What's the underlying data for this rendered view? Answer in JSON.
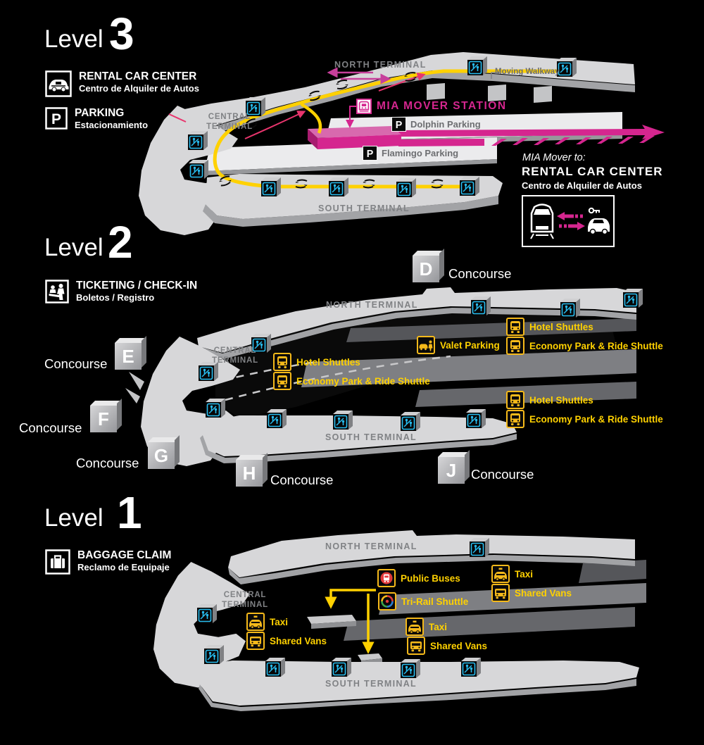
{
  "colors": {
    "background": "#000000",
    "terminal_gray": "#d7d7d9",
    "terminal_side": "#a2a3a6",
    "label_gray": "#808285",
    "yellow": "#ffd100",
    "magenta": "#d5268f",
    "cyan": "#27bdf0",
    "red": "#e23b3b"
  },
  "icons": {
    "parking_letter": "P"
  },
  "level3": {
    "title_word": "Level",
    "title_number": "3",
    "legend": [
      {
        "icon": "rental-car-icon",
        "label": "RENTAL CAR CENTER",
        "sublabel": "Centro de Alquiler de Autos"
      },
      {
        "icon": "parking-icon",
        "label": "PARKING",
        "sublabel": "Estacionamiento"
      }
    ],
    "terminals": {
      "north": "NORTH TERMINAL",
      "central": "CENTRAL TERMINAL",
      "south": "SOUTH TERMINAL"
    },
    "station_label": "MIA MOVER STATION",
    "parking_labels": [
      {
        "icon": "parking-tile",
        "label": "Dolphin Parking"
      },
      {
        "icon": "parking-tile",
        "label": "Flamingo Parking"
      }
    ],
    "moving_walkway": "Moving Walkway",
    "mover_info": {
      "line1": "MIA Mover to:",
      "line2": "RENTAL CAR CENTER",
      "line3": "Centro de Alquiler de Autos"
    }
  },
  "level2": {
    "title_word": "Level",
    "title_number": "2",
    "legend": [
      {
        "icon": "ticketing-icon",
        "label": "TICKETING / CHECK-IN",
        "sublabel": "Boletos / Registro"
      }
    ],
    "terminals": {
      "north": "NORTH TERMINAL",
      "central": "CENTRAL TERMINAL",
      "south": "SOUTH TERMINAL"
    },
    "concourses": [
      {
        "letter": "D",
        "label": "Concourse"
      },
      {
        "letter": "E",
        "label": "Concourse"
      },
      {
        "letter": "F",
        "label": "Concourse"
      },
      {
        "letter": "G",
        "label": "Concourse"
      },
      {
        "letter": "H",
        "label": "Concourse"
      },
      {
        "letter": "J",
        "label": "Concourse"
      }
    ],
    "markers": [
      {
        "icon": "valet-icon",
        "label": "Valet Parking"
      },
      {
        "icon": "bus-icon",
        "label": "Hotel Shuttles"
      },
      {
        "icon": "bus-icon",
        "label": "Economy Park & Ride Shuttle"
      },
      {
        "icon": "bus-icon",
        "label": "Hotel Shuttles"
      },
      {
        "icon": "bus-icon",
        "label": "Economy Park & Ride Shuttle"
      },
      {
        "icon": "bus-icon",
        "label": "Hotel Shuttles"
      },
      {
        "icon": "bus-icon",
        "label": "Economy Park & Ride Shuttle"
      }
    ]
  },
  "level1": {
    "title_word": "Level",
    "title_number": "1",
    "legend": [
      {
        "icon": "baggage-icon",
        "label": "BAGGAGE CLAIM",
        "sublabel": "Reclamo de Equipaje"
      }
    ],
    "terminals": {
      "north": "NORTH TERMINAL",
      "central": "CENTRAL TERMINAL",
      "south": "SOUTH TERMINAL"
    },
    "markers": [
      {
        "icon": "public-bus-icon",
        "label": "Public Buses"
      },
      {
        "icon": "tri-rail-icon",
        "label": "Tri-Rail Shuttle"
      },
      {
        "icon": "taxi-icon",
        "label": "Taxi"
      },
      {
        "icon": "van-icon",
        "label": "Shared Vans"
      },
      {
        "icon": "taxi-icon",
        "label": "Taxi"
      },
      {
        "icon": "van-icon",
        "label": "Shared Vans"
      },
      {
        "icon": "taxi-icon",
        "label": "Taxi"
      },
      {
        "icon": "van-icon",
        "label": "Shared Vans"
      }
    ]
  }
}
